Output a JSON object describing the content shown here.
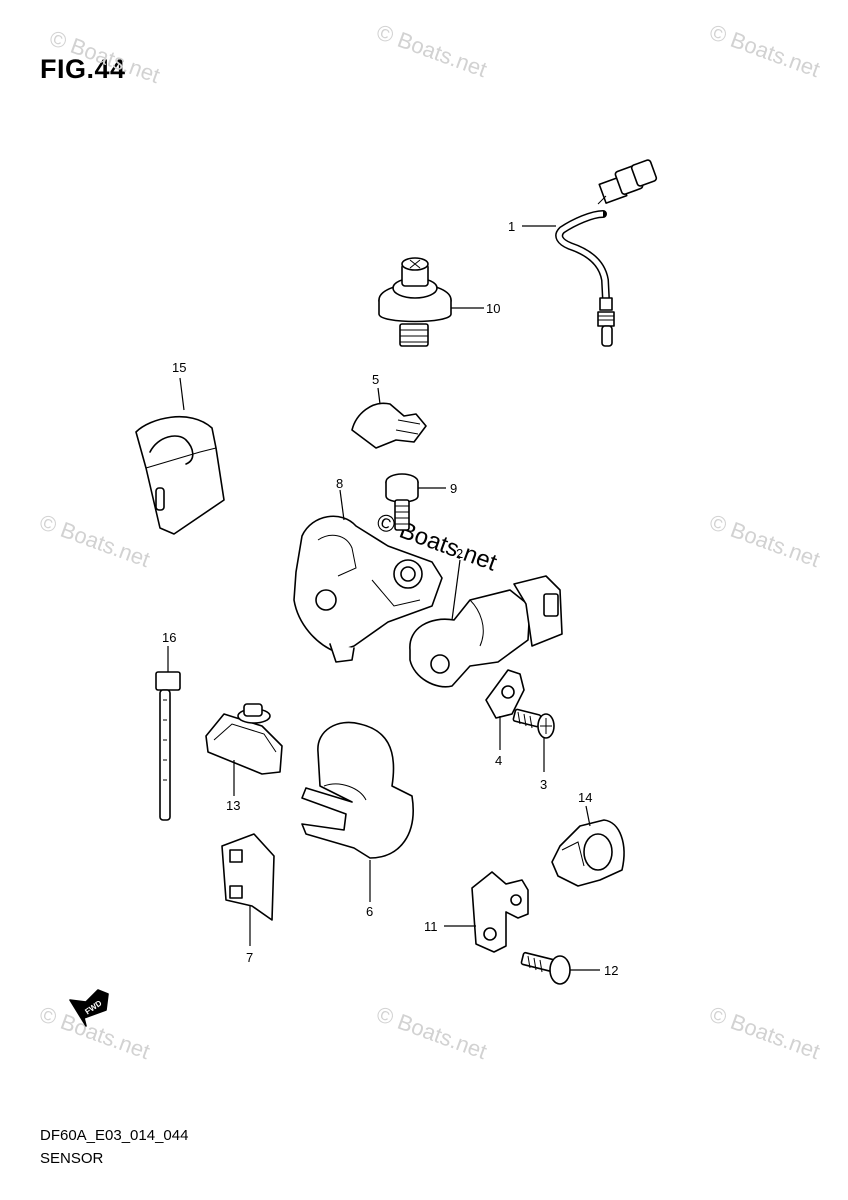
{
  "figure": {
    "title": "FIG.44"
  },
  "footer": {
    "code": "DF60A_E03_014_044",
    "name": "SENSOR"
  },
  "watermarks": {
    "corner_text": "© Boats.net",
    "center_text": "© Boats.net"
  },
  "fwd_arrow": {
    "label": "FWD"
  },
  "callouts": {
    "c1": "1",
    "c2": "2",
    "c3": "3",
    "c4": "4",
    "c5": "5",
    "c6": "6",
    "c7": "7",
    "c8": "8",
    "c9": "9",
    "c10": "10",
    "c11": "11",
    "c12": "12",
    "c13": "13",
    "c14": "14",
    "c15": "15",
    "c16": "16"
  }
}
